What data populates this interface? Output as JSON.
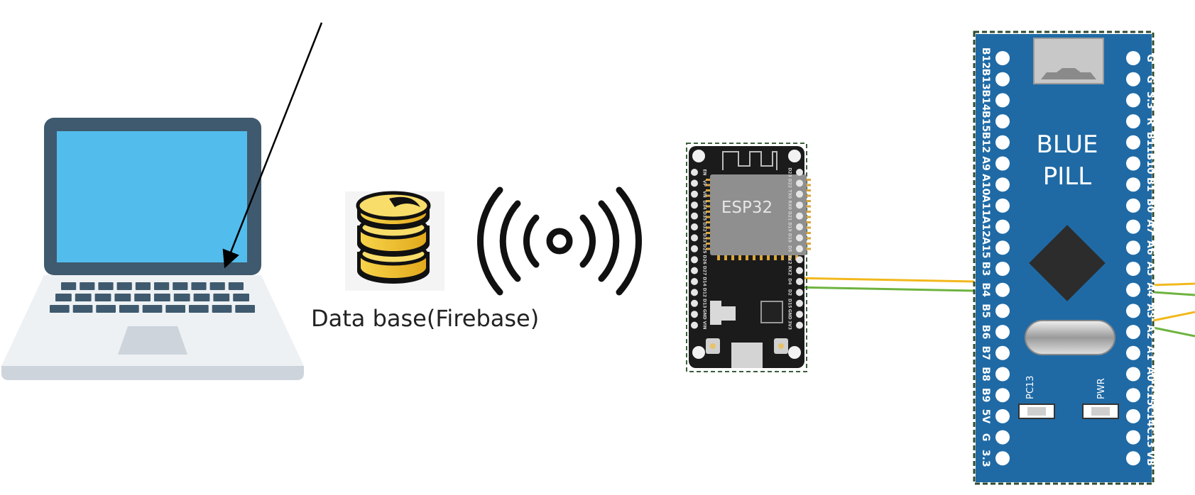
{
  "database": {
    "label": "Data base(Firebase)"
  },
  "esp32": {
    "chip_label": "ESP32",
    "left_pins": [
      "EN",
      "VP",
      "VN",
      "D34",
      "D35",
      "D32",
      "D33",
      "D25",
      "D26",
      "D27",
      "D14",
      "D12",
      "D13",
      "GND",
      "VIN"
    ],
    "right_pins": [
      "D23",
      "D22",
      "TX0",
      "RX0",
      "D21",
      "D19",
      "D18",
      "D5",
      "TX2",
      "RX2",
      "D4",
      "D2",
      "D15",
      "GND",
      "3V3"
    ]
  },
  "bluepill": {
    "title_line1": "BLUE",
    "title_line2": "PILL",
    "left_pins": [
      "B12",
      "B13",
      "B14",
      "B15",
      "B12",
      "A9",
      "A10",
      "A11",
      "A12",
      "A15",
      "B3",
      "B4",
      "B5",
      "B6",
      "B7",
      "B8",
      "B9",
      "5V",
      "G",
      "3.3"
    ],
    "right_pins": [
      "G",
      "G",
      "3.3",
      "R",
      "B11",
      "B10",
      "B1",
      "B0",
      "A7",
      "A6",
      "A5",
      "A4",
      "A3",
      "A2",
      "A1",
      "A0",
      "C15",
      "C14",
      "C13",
      "VB"
    ],
    "led_pc13": "PC13",
    "led_pwr": "PWR"
  },
  "colors": {
    "laptop_frame": "#3f5a6e",
    "laptop_screen": "#52bdec",
    "laptop_base": "#eef1f4",
    "board_blue": "#1f6aa5",
    "esp_board": "#1b1b1b",
    "wire_yellow": "#f2b81c",
    "wire_green": "#6db33f"
  }
}
